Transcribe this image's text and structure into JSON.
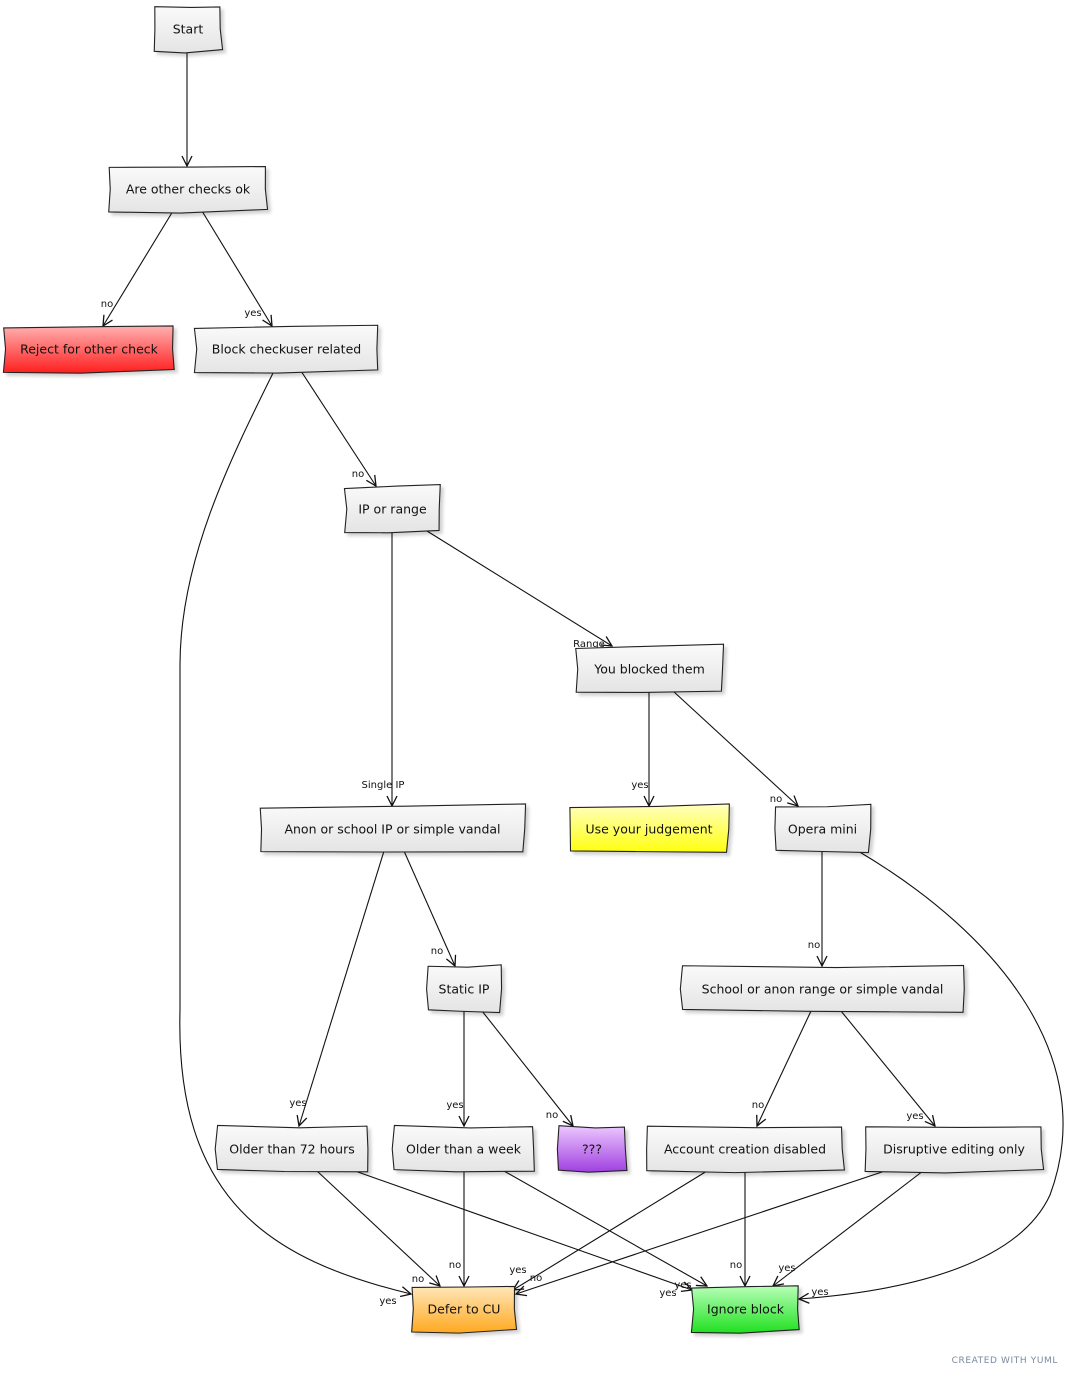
{
  "nodes": [
    {
      "id": "start",
      "label": "Start",
      "fill": "#efefef"
    },
    {
      "id": "checks",
      "label": "Are other checks ok",
      "fill": "#efefef"
    },
    {
      "id": "reject",
      "label": "Reject for other check",
      "fill": "#ff4040"
    },
    {
      "id": "block_cu",
      "label": "Block checkuser related",
      "fill": "#efefef"
    },
    {
      "id": "ip_range",
      "label": "IP or range",
      "fill": "#efefef"
    },
    {
      "id": "blocked_them",
      "label": "You blocked them",
      "fill": "#efefef"
    },
    {
      "id": "anon_school",
      "label": "Anon or school IP or simple vandal",
      "fill": "#efefef"
    },
    {
      "id": "judgement",
      "label": "Use your judgement",
      "fill": "#ffff33"
    },
    {
      "id": "opera",
      "label": "Opera mini",
      "fill": "#efefef"
    },
    {
      "id": "static_ip",
      "label": "Static IP",
      "fill": "#efefef"
    },
    {
      "id": "school_range",
      "label": "School or anon range or simple vandal",
      "fill": "#efefef"
    },
    {
      "id": "older72",
      "label": "Older than 72 hours",
      "fill": "#efefef"
    },
    {
      "id": "older_week",
      "label": "Older than a week",
      "fill": "#efefef"
    },
    {
      "id": "unknown",
      "label": "???",
      "fill": "#b25ce8"
    },
    {
      "id": "acct_disabled",
      "label": "Account creation disabled",
      "fill": "#efefef"
    },
    {
      "id": "disruptive",
      "label": "Disruptive editing only",
      "fill": "#efefef"
    },
    {
      "id": "defer",
      "label": "Defer to CU",
      "fill": "#ffb030"
    },
    {
      "id": "ignore",
      "label": "Ignore block",
      "fill": "#33dd33"
    }
  ],
  "edges": [
    {
      "from": "start",
      "to": "checks",
      "label": ""
    },
    {
      "from": "checks",
      "to": "reject",
      "label": "no"
    },
    {
      "from": "checks",
      "to": "block_cu",
      "label": "yes"
    },
    {
      "from": "block_cu",
      "to": "ip_range",
      "label": "no"
    },
    {
      "from": "block_cu",
      "to": "defer",
      "label": "yes"
    },
    {
      "from": "ip_range",
      "to": "anon_school",
      "label": "Single IP"
    },
    {
      "from": "ip_range",
      "to": "blocked_them",
      "label": "Range"
    },
    {
      "from": "blocked_them",
      "to": "judgement",
      "label": "yes"
    },
    {
      "from": "blocked_them",
      "to": "opera",
      "label": "no"
    },
    {
      "from": "anon_school",
      "to": "older72",
      "label": "yes"
    },
    {
      "from": "anon_school",
      "to": "static_ip",
      "label": "no"
    },
    {
      "from": "static_ip",
      "to": "older_week",
      "label": "yes"
    },
    {
      "from": "static_ip",
      "to": "unknown",
      "label": "no"
    },
    {
      "from": "opera",
      "to": "school_range",
      "label": "no"
    },
    {
      "from": "opera",
      "to": "ignore",
      "label": "yes"
    },
    {
      "from": "school_range",
      "to": "acct_disabled",
      "label": "no"
    },
    {
      "from": "school_range",
      "to": "disruptive",
      "label": "yes"
    },
    {
      "from": "older72",
      "to": "defer",
      "label": "no"
    },
    {
      "from": "older72",
      "to": "ignore",
      "label": "yes"
    },
    {
      "from": "older_week",
      "to": "defer",
      "label": "no"
    },
    {
      "from": "older_week",
      "to": "ignore",
      "label": "yes"
    },
    {
      "from": "acct_disabled",
      "to": "defer",
      "label": "yes"
    },
    {
      "from": "acct_disabled",
      "to": "ignore",
      "label": "no"
    },
    {
      "from": "disruptive",
      "to": "defer",
      "label": "no"
    },
    {
      "from": "disruptive",
      "to": "ignore",
      "label": "yes"
    }
  ],
  "footer": "CREATED WITH YUML"
}
